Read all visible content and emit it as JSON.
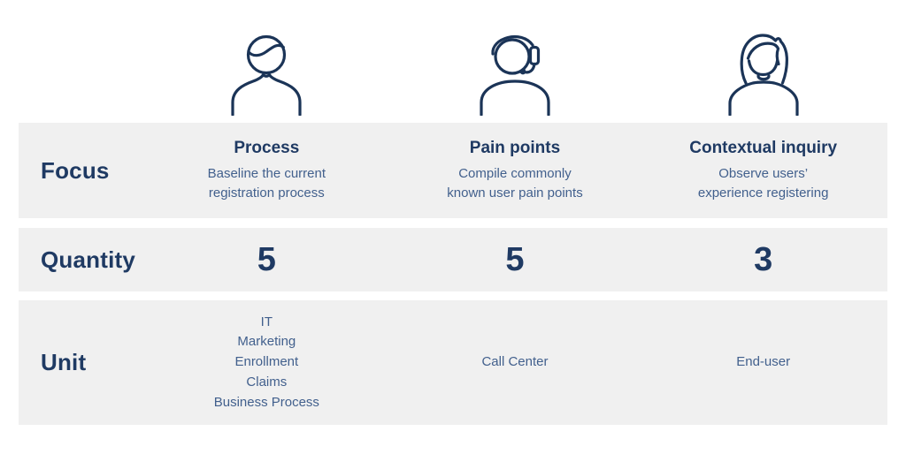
{
  "palette": {
    "heading_text": "#1f3a63",
    "body_text": "#42608d",
    "icon_stroke": "#1b3457",
    "band_background": "#f0f0f0",
    "page_background": "#ffffff"
  },
  "personas": {
    "icons": [
      "male-user-icon",
      "headset-agent-icon",
      "female-user-icon"
    ]
  },
  "rows": {
    "focus": {
      "label": "Focus",
      "columns": [
        {
          "title": "Process",
          "lines": [
            "Baseline the current",
            "registration process"
          ]
        },
        {
          "title": "Pain points",
          "lines": [
            "Compile commonly",
            "known user pain points"
          ]
        },
        {
          "title": "Contextual inquiry",
          "lines": [
            "Observe users’",
            "experience registering"
          ]
        }
      ]
    },
    "quantity": {
      "label": "Quantity",
      "values": [
        "5",
        "5",
        "3"
      ]
    },
    "unit": {
      "label": "Unit",
      "columns": [
        {
          "lines": [
            "IT",
            "Marketing",
            "Enrollment",
            "Claims",
            "Business Process"
          ]
        },
        {
          "lines": [
            "Call Center"
          ]
        },
        {
          "lines": [
            "End-user"
          ]
        }
      ]
    }
  }
}
